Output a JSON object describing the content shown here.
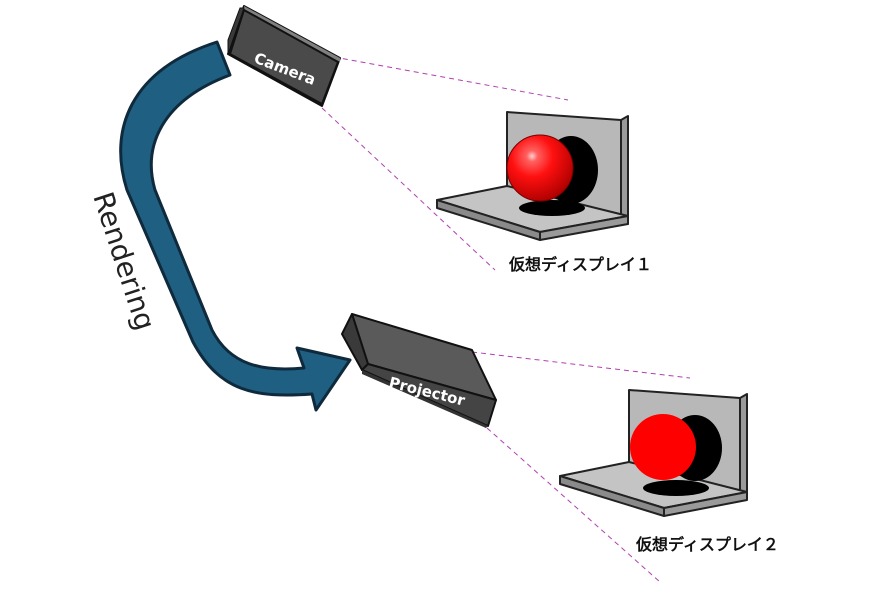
{
  "arrow_label": "Rendering",
  "camera": {
    "label": "Camera"
  },
  "projector": {
    "label": "Projector"
  },
  "display1": {
    "caption": "仮想ディスプレイ１"
  },
  "display2": {
    "caption": "仮想ディスプレイ２"
  },
  "colors": {
    "arrow_fill": "#1f5f82",
    "arrow_stroke": "#0f2a3c",
    "device_front": "#4a4a4a",
    "device_top": "#6a6a6a",
    "device_outline": "#111111",
    "device_text": "#ffffff",
    "frustum_line": "#b040b0",
    "panel_fill": "#b8b8b8",
    "panel_stroke": "#222222",
    "sphere_red": "#ff0000",
    "shadow": "#000000"
  }
}
